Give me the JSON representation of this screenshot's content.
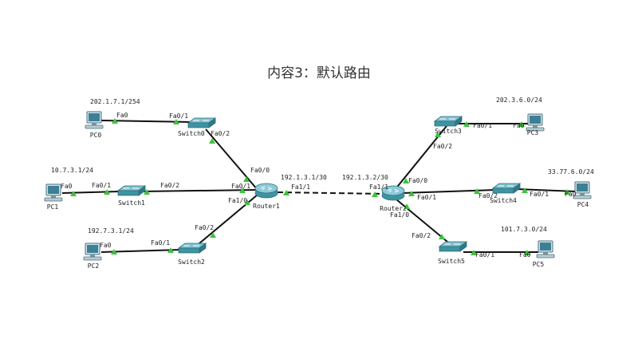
{
  "title": "内容3：默认路由",
  "devices": {
    "pc0": "PC0",
    "pc1": "PC1",
    "pc2": "PC2",
    "pc3": "PC3",
    "pc4": "PC4",
    "pc5": "PC5",
    "switch1": "Switch1",
    "switch2": "Switch2",
    "switch3": "Switch3",
    "switch4": "Switch4",
    "switch5": "Switch5",
    "switch0": "Switch0",
    "router1": "Router1",
    "router2": "Router2"
  },
  "networks": {
    "pc0": "202.1.7.1/254",
    "pc1": "10.7.3.1/24",
    "pc2": "192.7.3.1/24",
    "pc3": "202.3.6.0/24",
    "pc4": "33.77.6.0/24",
    "pc5": "101.7.3.0/24",
    "r1_serial": "192.1.3.1/30",
    "r2_serial": "192.1.3.2/30"
  },
  "ports": {
    "pc0_fa0": "Fa0",
    "sw0_fa01": "Fa0/1",
    "sw0_fa02": "Fa0/2",
    "r1_fa00": "Fa0/0",
    "pc1_fa0": "Fa0",
    "sw1_fa01": "Fa0/1",
    "sw1_fa02": "Fa0/2",
    "r1_fa01": "Fa0/1",
    "pc2_fa0": "Fa0",
    "sw2_fa01": "Fa0/1",
    "sw2_fa02": "Fa0/2",
    "r1_fa10": "Fa1/0",
    "r1_fa11": "Fa1/1",
    "r2_fa11": "Fa1/1",
    "r2_fa00": "Fa0/0",
    "sw3_fa02": "Fa0/2",
    "sw3_fa01": "Fa0/1",
    "pc3_fa0": "Fa0",
    "r2_fa01": "Fa0/1",
    "sw4_fa02": "Fa0/2",
    "sw4_fa01": "Fa0/1",
    "pc4_fa0": "Fa0",
    "r2_fa10": "Fa1/0",
    "sw5_fa02": "Fa0/2",
    "sw5_fa01": "Fa0/1",
    "pc5_fa0": "Fa0"
  },
  "colors": {
    "link": "#111111",
    "port_indicator": "#3cc43c",
    "device_teal": "#4a9aa8"
  }
}
